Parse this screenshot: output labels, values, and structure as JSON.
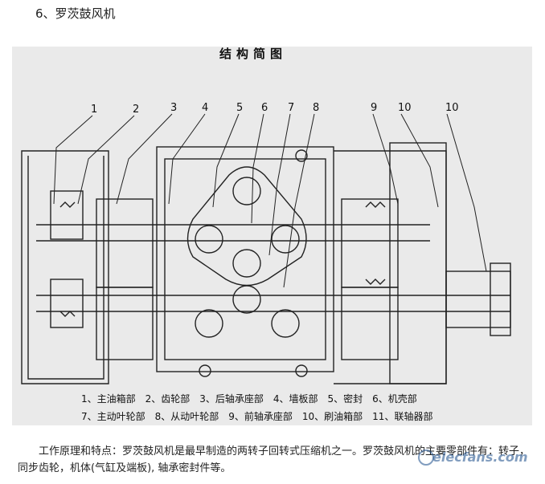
{
  "heading": "6、罗茨鼓风机",
  "diagram": {
    "title": "结构简图",
    "callouts": [
      "1",
      "2",
      "3",
      "4",
      "5",
      "6",
      "7",
      "8",
      "9",
      "10",
      "10"
    ],
    "legend_row1": "1、主油箱部　2、齿轮部　3、后轴承座部　4、墙板部　5、密封　6、机壳部",
    "legend_row2": "7、主动叶轮部　8、从动叶轮部　9、前轴承座部　10、刷油箱部　11、联轴器部"
  },
  "caption": "工作原理和特点：罗茨鼓风机是最早制造的两转子回转式压缩机之一。罗茨鼓风机的主要零部件有：转子，同步齿轮，机体(气缸及端板), 轴承密封件等。",
  "watermark": "elecfans.com",
  "colors": {
    "line": "#222222",
    "paper": "#eaeaea"
  }
}
